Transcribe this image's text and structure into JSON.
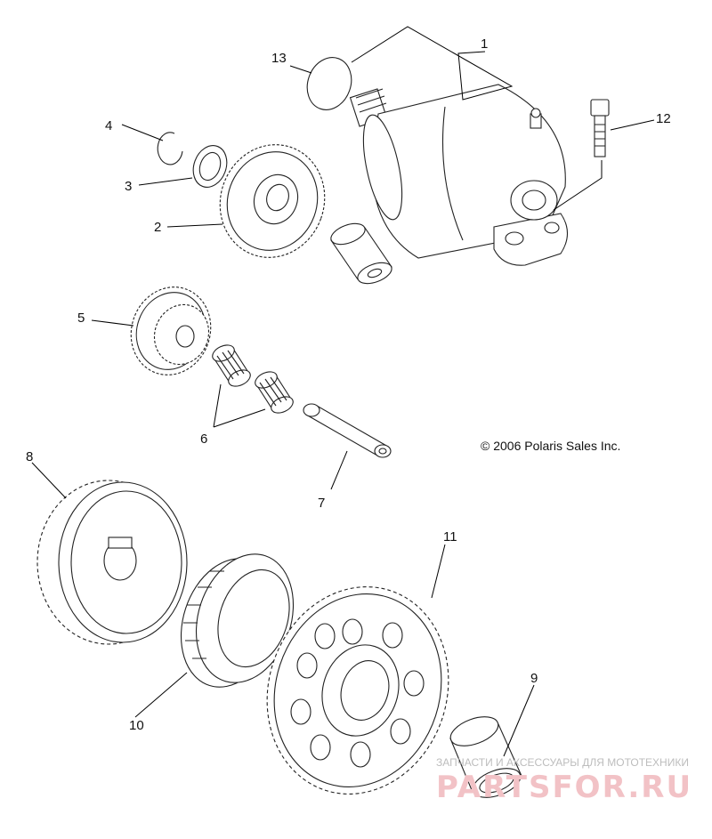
{
  "diagram": {
    "copyright": "© 2006 Polaris Sales Inc.",
    "callouts": [
      {
        "id": "1",
        "label": "1"
      },
      {
        "id": "2",
        "label": "2"
      },
      {
        "id": "3",
        "label": "3"
      },
      {
        "id": "4",
        "label": "4"
      },
      {
        "id": "5",
        "label": "5"
      },
      {
        "id": "6",
        "label": "6"
      },
      {
        "id": "7",
        "label": "7"
      },
      {
        "id": "8",
        "label": "8"
      },
      {
        "id": "9",
        "label": "9"
      },
      {
        "id": "10",
        "label": "10"
      },
      {
        "id": "11",
        "label": "11"
      },
      {
        "id": "12",
        "label": "12"
      },
      {
        "id": "13",
        "label": "13"
      }
    ]
  },
  "watermark": {
    "tagline": "ЗАПЧАСТИ И АКСЕССУАРЫ ДЛЯ МОТОТЕХНИКИ",
    "site": "PARTSFOR.RU"
  }
}
